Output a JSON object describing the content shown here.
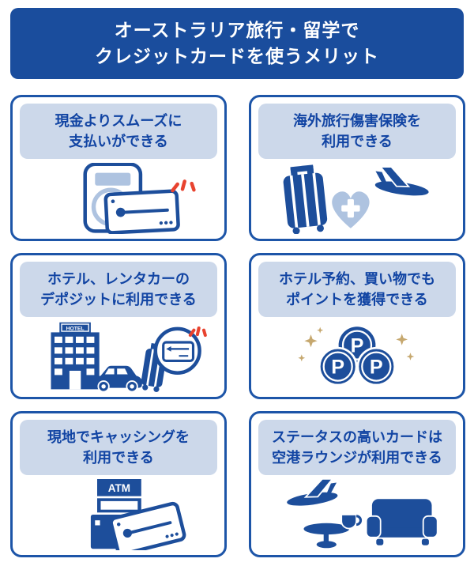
{
  "colors": {
    "header_bg": "#1a4d9d",
    "card_border": "#1d55a8",
    "pill_bg": "#ccd8ea",
    "heading_text": "#ffffff",
    "card_text": "#1144a3",
    "illustration_navy": "#1d4e9b",
    "illustration_light_blue": "#aec3e0",
    "accent_red": "#e8432f",
    "accent_gold": "#c6a86f"
  },
  "header": {
    "line1": "オーストラリア旅行・留学で",
    "line2": "クレジットカードを使うメリット"
  },
  "cards": [
    {
      "line1": "現金よりスムーズに",
      "line2": "支払いができる",
      "icon": "contactless-payment-icon"
    },
    {
      "line1": "海外旅行傷害保険を",
      "line2": "利用できる",
      "icon": "travel-insurance-icon"
    },
    {
      "line1": "ホテル、レンタカーの",
      "line2": "デポジットに利用できる",
      "icon": "hotel-deposit-icon",
      "hotel_sign_label": "HOTEL"
    },
    {
      "line1": "ホテル予約、買い物でも",
      "line2": "ポイントを獲得できる",
      "icon": "reward-points-icon",
      "point_letter": "P"
    },
    {
      "line1": "現地でキャッシングを",
      "line2": "利用できる",
      "icon": "atm-cashing-icon",
      "atm_label": "ATM"
    },
    {
      "line1": "ステータスの高いカードは",
      "line2": "空港ラウンジが利用できる",
      "icon": "airport-lounge-icon"
    }
  ]
}
